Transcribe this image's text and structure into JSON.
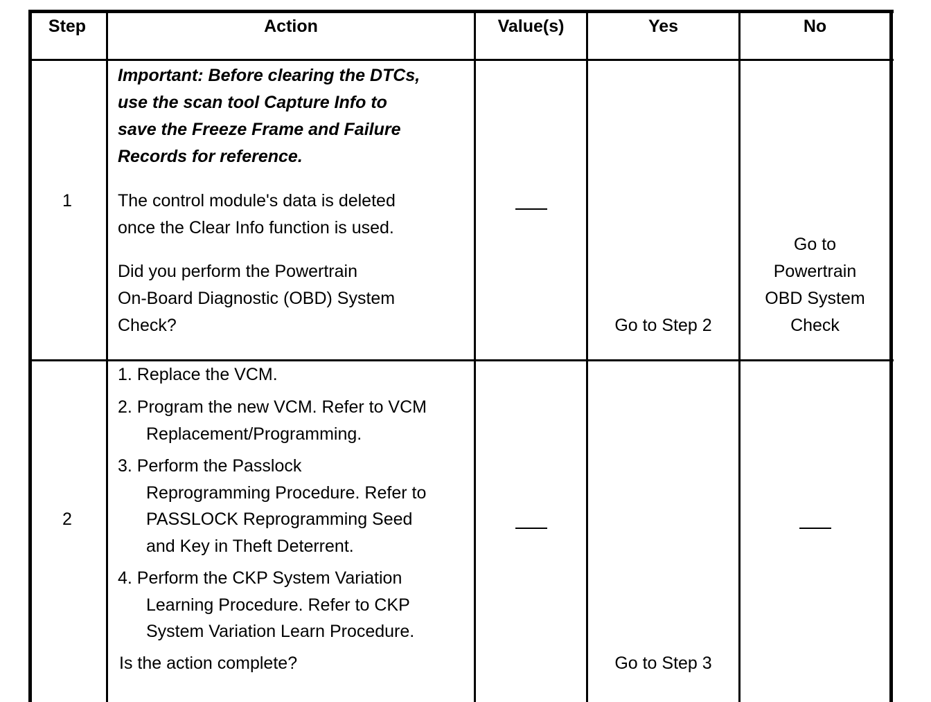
{
  "headers": {
    "step": "Step",
    "action": "Action",
    "values": "Value(s)",
    "yes": "Yes",
    "no": "No"
  },
  "rows": [
    {
      "step": "1",
      "important_lines": [
        "Important:  Before clearing the DTCs,",
        "use the scan tool Capture Info to",
        "save the Freeze Frame and Failure",
        "Records for reference."
      ],
      "note_lines": [
        "The control module's data is deleted",
        "once the Clear Info function is used."
      ],
      "question_lines": [
        "Did you perform the Powertrain",
        "On-Board Diagnostic (OBD) System",
        "Check?"
      ],
      "values": "—",
      "yes": "Go to Step 2",
      "no_lines": [
        "Go to",
        "Powertrain",
        "OBD System",
        "Check"
      ]
    },
    {
      "step": "2",
      "list_lines": [
        "1. Replace the VCM.",
        "2. Program the new VCM. Refer to VCM",
        "Replacement/Programming.",
        "3. Perform the Passlock",
        "Reprogramming Procedure. Refer to",
        "PASSLOCK Reprogramming Seed",
        "and Key in Theft Deterrent.",
        "4. Perform the CKP System Variation",
        "Learning Procedure. Refer to CKP",
        "System Variation Learn Procedure."
      ],
      "question": "Is the action complete?",
      "values": "—",
      "yes": "Go to Step 3",
      "no": "—"
    }
  ]
}
